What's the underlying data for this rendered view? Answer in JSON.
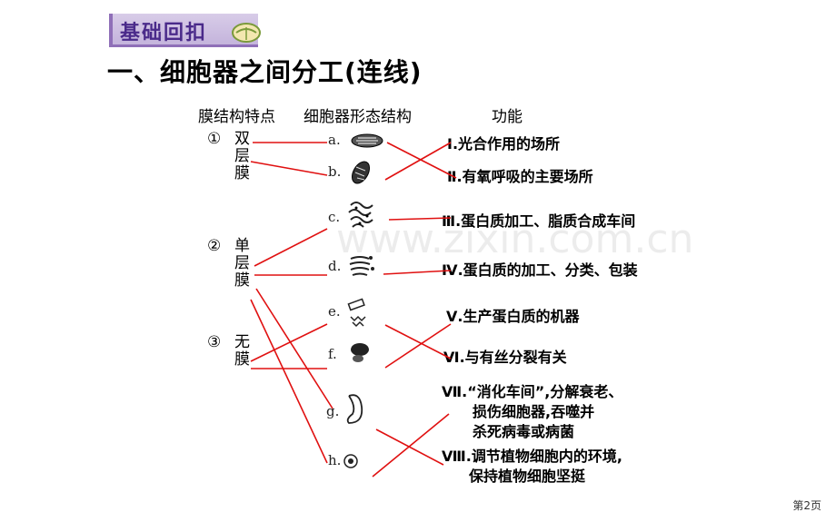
{
  "badge": {
    "label": "基础回扣"
  },
  "heading": "一、细胞器之间分工(连线)",
  "columns": {
    "structure": "膜结构特点",
    "morphology": "细胞器形态结构",
    "function": "功能"
  },
  "groups": [
    {
      "num": "①",
      "text": "双层膜"
    },
    {
      "num": "②",
      "text": "单层膜"
    },
    {
      "num": "③",
      "text": "无膜"
    }
  ],
  "organelle_labels": [
    "a.",
    "b.",
    "c.",
    "d.",
    "e.",
    "f.",
    "g.",
    "h."
  ],
  "functions": [
    "Ⅰ.光合作用的场所",
    "Ⅱ.有氧呼吸的主要场所",
    "Ⅲ.蛋白质加工、脂质合成车间",
    "Ⅳ.蛋白质的加工、分类、包装",
    "Ⅴ.生产蛋白质的机器",
    "Ⅵ.与有丝分裂有关"
  ],
  "function7": {
    "line1": "Ⅶ.“消化车间”,分解衰老、",
    "line2": "损伤细胞器,吞噬并",
    "line3": "杀死病毒或病菌"
  },
  "function8": {
    "line1": "Ⅷ.调节植物细胞内的环境,",
    "line2": "保持植物细胞坚挺"
  },
  "watermark": "www.zixin.com.cn",
  "page_number": "第2页",
  "colors": {
    "line": "#e01010",
    "badge_text": "#4a2a8a"
  }
}
